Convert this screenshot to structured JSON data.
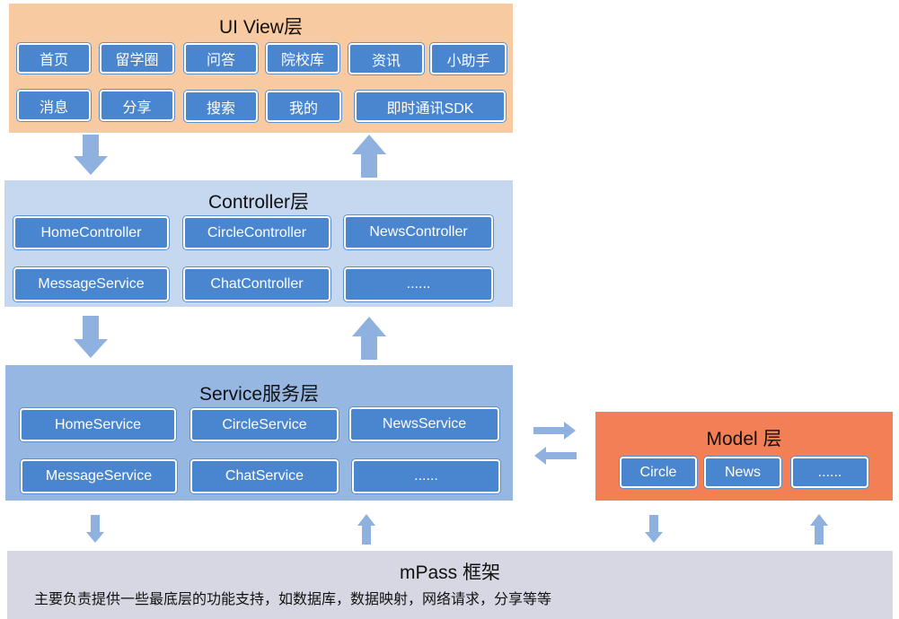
{
  "ui_layer": {
    "title": "UI View层",
    "row1": [
      "首页",
      "留学圈",
      "问答",
      "院校库",
      "资讯",
      "小助手"
    ],
    "row2": [
      "消息",
      "分享",
      "搜索",
      "我的",
      "即时通讯SDK"
    ]
  },
  "controller_layer": {
    "title": "Controller层",
    "row1": [
      "HomeController",
      "CircleController",
      "NewsController"
    ],
    "row2": [
      "MessageService",
      "ChatController",
      "......"
    ]
  },
  "service_layer": {
    "title": "Service服务层",
    "row1": [
      "HomeService",
      "CircleService",
      "NewsService"
    ],
    "row2": [
      "MessageService",
      "ChatService",
      "......"
    ]
  },
  "model_layer": {
    "title": "Model 层",
    "items": [
      "Circle",
      "News",
      "......"
    ]
  },
  "mpass_layer": {
    "title": "mPass 框架",
    "description": "主要负责提供一些最底层的功能支持，如数据库，数据映射，网络请求，分享等等"
  },
  "colors": {
    "ui_bg": "#f8caa1",
    "controller_bg": "#c5d8f0",
    "service_bg": "#97b7e3",
    "model_bg": "#f37f57",
    "mpass_bg": "#d6d7e2",
    "box_fill": "#4a86cf",
    "arrow": "#8fb1e0"
  }
}
